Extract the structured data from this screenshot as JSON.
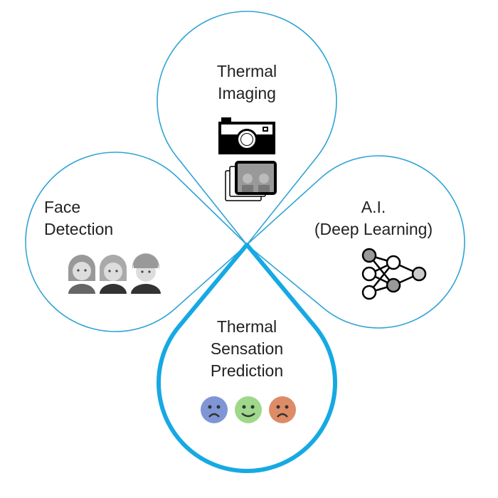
{
  "colors": {
    "outline": "#2ea3d5",
    "outline_bold": "#16a9e3",
    "face_cold": "#7f95d6",
    "face_neutral": "#9ed88a",
    "face_hot": "#de8c66"
  },
  "petals": [
    {
      "id": "thermal-imaging",
      "lines": [
        "Thermal",
        "Imaging"
      ],
      "icon": "camera-icon"
    },
    {
      "id": "face-detection",
      "lines": [
        "Face",
        "Detection"
      ],
      "icon": "faces-icon"
    },
    {
      "id": "ai",
      "lines": [
        "A.I.",
        "(Deep Learning)"
      ],
      "icon": "neural-network-icon"
    },
    {
      "id": "thermal-sensation-prediction",
      "lines": [
        "Thermal",
        "Sensation",
        "Prediction"
      ],
      "icon": "emotion-faces-icon"
    }
  ]
}
